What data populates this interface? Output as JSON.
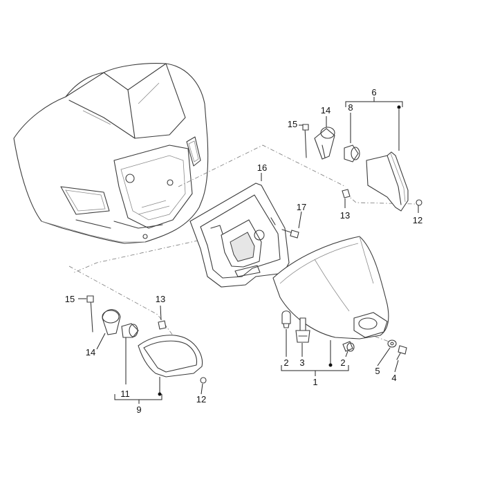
{
  "labels": {
    "c1": "1",
    "c2_left": "2",
    "c2_right": "2",
    "c3": "3",
    "c4": "4",
    "c5": "5",
    "c6": "6",
    "c8": "8",
    "c9": "9",
    "c11": "11",
    "c12_right": "12",
    "c12_left": "12",
    "c13_right": "13",
    "c13_left": "13",
    "c14_right": "14",
    "c14_left": "14",
    "c15_right": "15",
    "c15_left": "15",
    "c16": "16",
    "c17": "17"
  }
}
